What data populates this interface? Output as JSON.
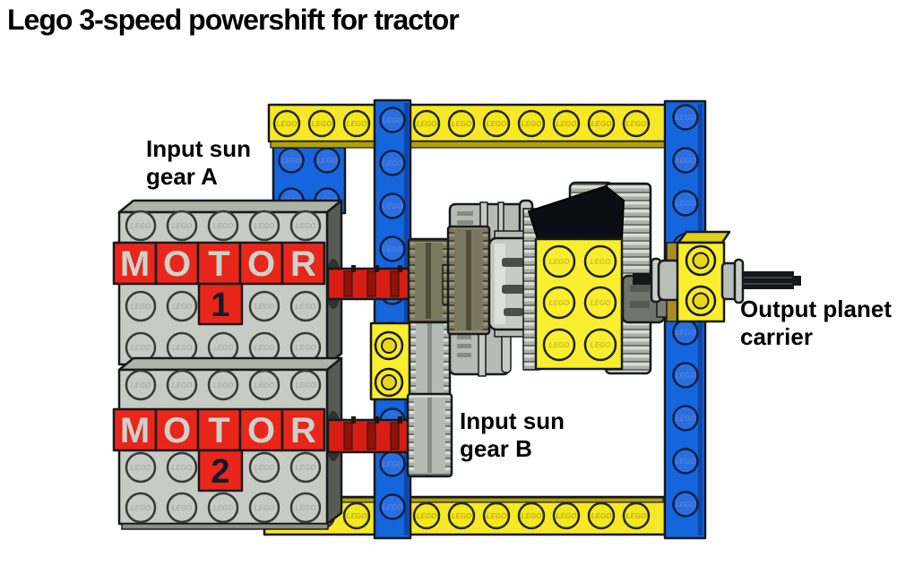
{
  "title": "Lego 3-speed powershift for tractor",
  "labels": {
    "input_sun_gear_a": "Input sun gear A",
    "input_sun_gear_b": "Input sun gear B",
    "output_planet_carrier": "Output planet carrier"
  },
  "motors": [
    {
      "letters": [
        "M",
        "O",
        "T",
        "O",
        "R"
      ],
      "number": "1"
    },
    {
      "letters": [
        "M",
        "O",
        "T",
        "O",
        "R"
      ],
      "number": "2"
    }
  ],
  "stud_logo": "LEGO",
  "colors": {
    "background": "#ffffff",
    "lego_yellow": "#f5e927",
    "lego_blue": "#1565dd",
    "tile_red": "#e8261a",
    "axle_red": "#d81e14",
    "motor_gray": "#c6ccc4",
    "gear_olive": "#7b7760",
    "gear_gray": "#b9bfb7",
    "text_black": "#000000"
  }
}
